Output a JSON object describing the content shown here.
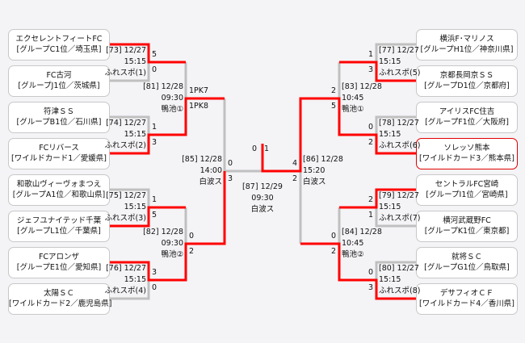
{
  "colors": {
    "winner_line": "#ff0000",
    "line": "#c0c0c0",
    "highlight_border": "#e00000"
  },
  "teams": [
    {
      "name": "エクセレントフィートFC",
      "group": "[グループC1位／埼玉県]"
    },
    {
      "name": "FC古河",
      "group": "[グループJ1位／茨城県]"
    },
    {
      "name": "符津ＳＳ",
      "group": "[グループB1位／石川県]"
    },
    {
      "name": "FCリバース",
      "group": "[ワイルドカード1／愛媛県]"
    },
    {
      "name": "和歌山ヴィーヴォまつえ",
      "group": "[グループA1位／和歌山県]"
    },
    {
      "name": "ジェフユナイテッド千葉",
      "group": "[グループL1位／千葉県]"
    },
    {
      "name": "FCアロンザ",
      "group": "[グループE1位／愛知県]"
    },
    {
      "name": "太陽ＳＣ",
      "group": "[ワイルドカード2／鹿児島県]"
    },
    {
      "name": "横浜F･マリノス",
      "group": "[グループH1位／神奈川県]"
    },
    {
      "name": "京都長岡京ＳＳ",
      "group": "[グループD1位／京都府]"
    },
    {
      "name": "アイリスFC住吉",
      "group": "[グループF1位／大阪府]"
    },
    {
      "name": "ソレッソ熊本",
      "group": "[ワイルドカード3／熊本県]",
      "highlighted": true
    },
    {
      "name": "セントラルFC宮崎",
      "group": "[グループI1位／宮崎県]"
    },
    {
      "name": "横河武蔵野FC",
      "group": "[グループK1位／東京都]"
    },
    {
      "name": "就将ＳＣ",
      "group": "[グループG1位／鳥取県]"
    },
    {
      "name": "デサフィオＣＦ",
      "group": "[ワイルドカード4／香川県]"
    }
  ],
  "matches": [
    {
      "no_date": "[73] 12/27",
      "time": "15:15",
      "venue": "ふれスポ(1)",
      "score_top": "5",
      "score_bottom": "0"
    },
    {
      "no_date": "[74] 12/27",
      "time": "15:15",
      "venue": "ふれスポ(2)",
      "score_top": "1",
      "score_bottom": "3"
    },
    {
      "no_date": "[75] 12/27",
      "time": "15:15",
      "venue": "ふれスポ(3)",
      "score_top": "1",
      "score_bottom": "5"
    },
    {
      "no_date": "[76] 12/27",
      "time": "15:15",
      "venue": "ふれスポ(4)",
      "score_top": "3",
      "score_bottom": "0"
    },
    {
      "no_date": "[81] 12/28",
      "time": "09:30",
      "venue": "鴨池①",
      "score_top": "1PK7",
      "score_bottom": "1PK8"
    },
    {
      "no_date": "[82] 12/28",
      "time": "09:30",
      "venue": "鴨池②",
      "score_top": "0",
      "score_bottom": "2"
    },
    {
      "no_date": "[85] 12/28",
      "time": "14:00",
      "venue": "白波ス",
      "score_top": "0",
      "score_bottom": "3"
    },
    {
      "no_date": "[77] 12/27",
      "time": "15:15",
      "venue": "ふれスポ(5)",
      "score_top": "1",
      "score_bottom": "3"
    },
    {
      "no_date": "[78] 12/27",
      "time": "15:15",
      "venue": "ふれスポ(6)",
      "score_top": "0",
      "score_bottom": "2"
    },
    {
      "no_date": "[79] 12/27",
      "time": "15:15",
      "venue": "ふれスポ(7)",
      "score_top": "2",
      "score_bottom": "1"
    },
    {
      "no_date": "[80] 12/27",
      "time": "15:15",
      "venue": "ふれスポ(8)",
      "score_top": "0",
      "score_bottom": "3"
    },
    {
      "no_date": "[83] 12/28",
      "time": "10:45",
      "venue": "鴨池①",
      "score_top": "2",
      "score_bottom": "5"
    },
    {
      "no_date": "[84] 12/28",
      "time": "10:45",
      "venue": "鴨池②",
      "score_top": "0",
      "score_bottom": "2"
    },
    {
      "no_date": "[86] 12/28",
      "time": "15:20",
      "venue": "白波ス",
      "score_top": "4",
      "score_bottom": "2"
    },
    {
      "no_date": "[87] 12/29",
      "time": "09:30",
      "venue": "白波ス",
      "score_top": "0",
      "score_bottom": "1"
    }
  ]
}
